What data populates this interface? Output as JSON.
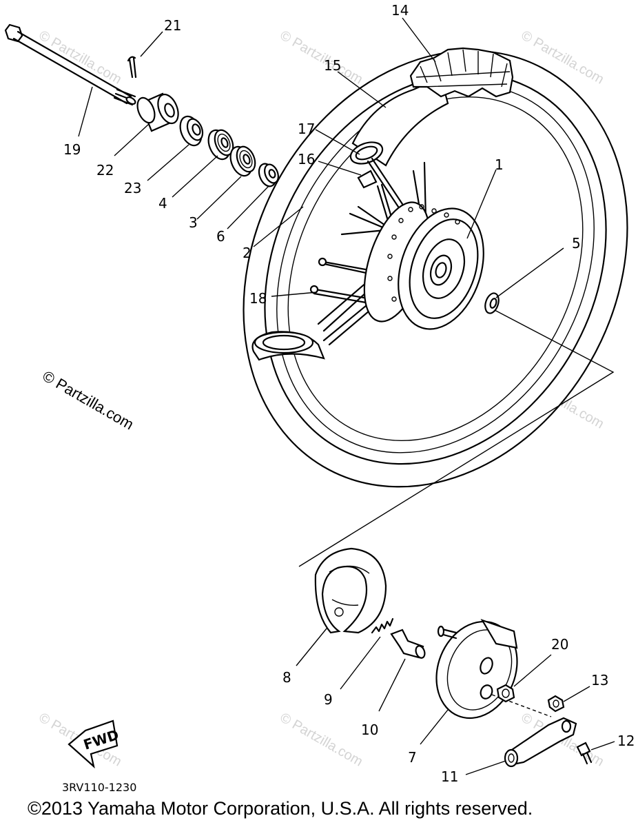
{
  "callouts": [
    {
      "id": "1",
      "text": "1"
    },
    {
      "id": "2",
      "text": "2"
    },
    {
      "id": "3",
      "text": "3"
    },
    {
      "id": "4",
      "text": "4"
    },
    {
      "id": "5",
      "text": "5"
    },
    {
      "id": "6",
      "text": "6"
    },
    {
      "id": "7",
      "text": "7"
    },
    {
      "id": "8",
      "text": "8"
    },
    {
      "id": "9",
      "text": "9"
    },
    {
      "id": "10",
      "text": "10"
    },
    {
      "id": "11",
      "text": "11"
    },
    {
      "id": "12",
      "text": "12"
    },
    {
      "id": "13",
      "text": "13"
    },
    {
      "id": "14",
      "text": "14"
    },
    {
      "id": "15",
      "text": "15"
    },
    {
      "id": "16",
      "text": "16"
    },
    {
      "id": "17",
      "text": "17"
    },
    {
      "id": "18",
      "text": "18"
    },
    {
      "id": "19",
      "text": "19"
    },
    {
      "id": "20",
      "text": "20"
    },
    {
      "id": "21",
      "text": "21"
    },
    {
      "id": "22",
      "text": "22"
    },
    {
      "id": "23",
      "text": "23"
    }
  ],
  "watermark": "© Partzilla.com",
  "fwd_label": "FWD",
  "diagram_code": "3RV110-1230",
  "copyright": "©2013  Yamaha Motor Corporation, U.S.A. All rights reserved."
}
